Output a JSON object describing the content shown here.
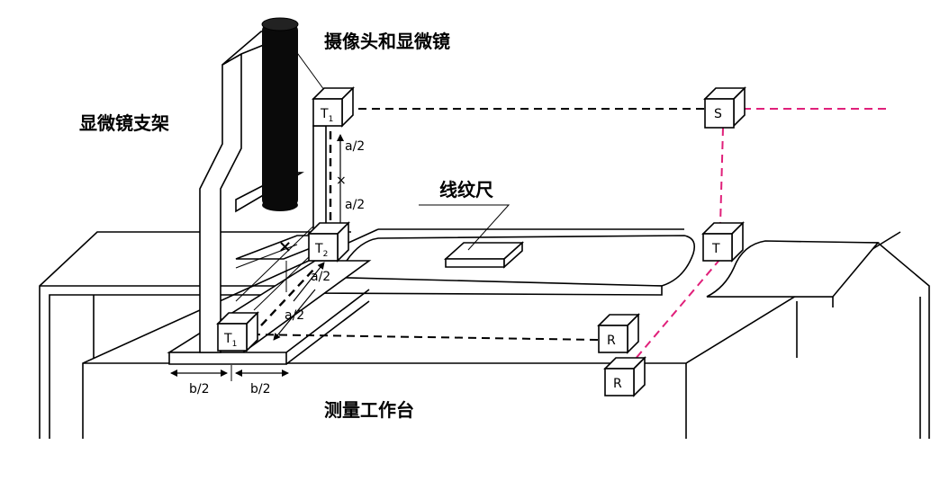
{
  "labels": {
    "camera_microscope": "摄像头和显微镜",
    "microscope_stand": "显微镜支架",
    "line_ruler": "线纹尺",
    "measuring_table": "测量工作台"
  },
  "dimensions": {
    "a_half": "a/2",
    "b_half": "b/2"
  },
  "boxes": {
    "t1_top": "T",
    "t1_top_sub": "1",
    "t2": "T",
    "t2_sub": "2",
    "t1_bottom": "T",
    "t1_bottom_sub": "1",
    "s": "S",
    "t": "T",
    "r_upper": "R",
    "r_lower": "R"
  },
  "colors": {
    "line": "#000000",
    "beam_magenta": "#e0207a",
    "microscope_body": "#0a0a0a"
  }
}
